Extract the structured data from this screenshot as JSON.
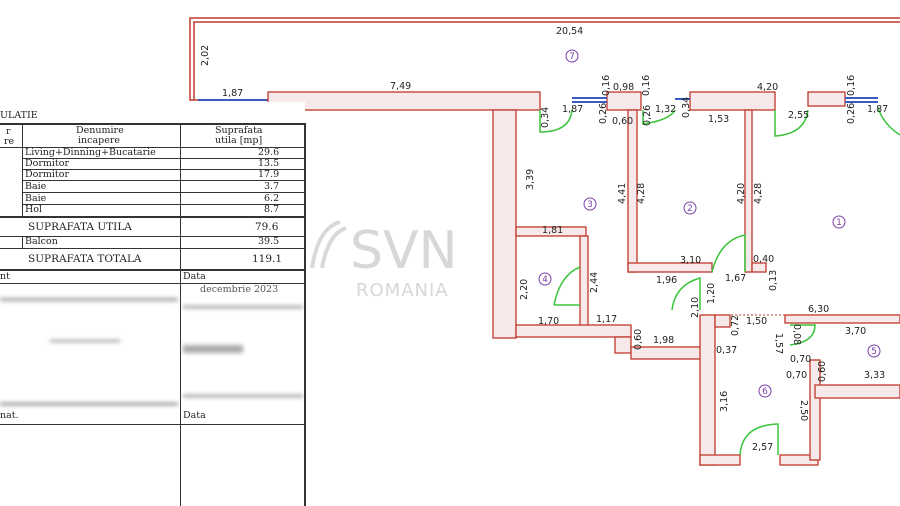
{
  "table": {
    "title": "ULATIE",
    "headers": {
      "col1_a": "r",
      "col1_b": "re",
      "name_a": "Denumire",
      "name_b": "incapere",
      "area_a": "Suprafata",
      "area_b": "utila  [mp]"
    },
    "rooms": [
      {
        "name": "Living+Dinning+Bucatarie",
        "area": "29.6"
      },
      {
        "name": "Dormitor",
        "area": "13.5"
      },
      {
        "name": "Dormitor",
        "area": "17.9"
      },
      {
        "name": "Baie",
        "area": "3.7"
      },
      {
        "name": "Baie",
        "area": "6.2"
      },
      {
        "name": "Hol",
        "area": "8.7"
      }
    ],
    "useful_label": "SUPRAFATA  UTILA",
    "useful_value": "79.6",
    "balcony_label": "Balcon",
    "balcony_value": "39.5",
    "total_label": "SUPRAFATA  TOTALA",
    "total_value": "119.1",
    "footer_left": "nt",
    "footer_right": "Data",
    "date": "decembrie 2023",
    "signed_left": "nat.",
    "signed_right": "Data"
  },
  "watermark": {
    "brand": "SVN",
    "sub": "ROMANIA"
  },
  "plan": {
    "room_numbers": [
      "1",
      "2",
      "3",
      "4",
      "5",
      "6",
      "7"
    ],
    "dimensions": [
      "20,54",
      "2,02",
      "1,87",
      "7,49",
      "0,34",
      "1,87",
      "0,16",
      "0,98",
      "0,16",
      "0,26",
      "0,60",
      "0,26",
      "1,32",
      "0,34",
      "1,53",
      "4,20",
      "2,55",
      "0,16",
      "0,26",
      "1,87",
      "3,39",
      "4,41",
      "4,28",
      "4,20",
      "4,28",
      "1,81",
      "2,20",
      "2,44",
      "1,70",
      "1,17",
      "0,60",
      "1,98",
      "3,10",
      "1,96",
      "1,67",
      "0,40",
      "0,13",
      "1,20",
      "2,10",
      "6,30",
      "1,50",
      "0,72",
      "0,37",
      "1,57",
      "0,08",
      "0,70",
      "0,70",
      "0,60",
      "3,70",
      "3,33",
      "3,16",
      "2,50",
      "2,57"
    ],
    "colors": {
      "wall_fill": "#f7e9e9",
      "wall_stroke": "#c0392b",
      "door": "#3cc43c",
      "window": "#3a5bbf",
      "room_number": "#7a3fa8"
    }
  }
}
